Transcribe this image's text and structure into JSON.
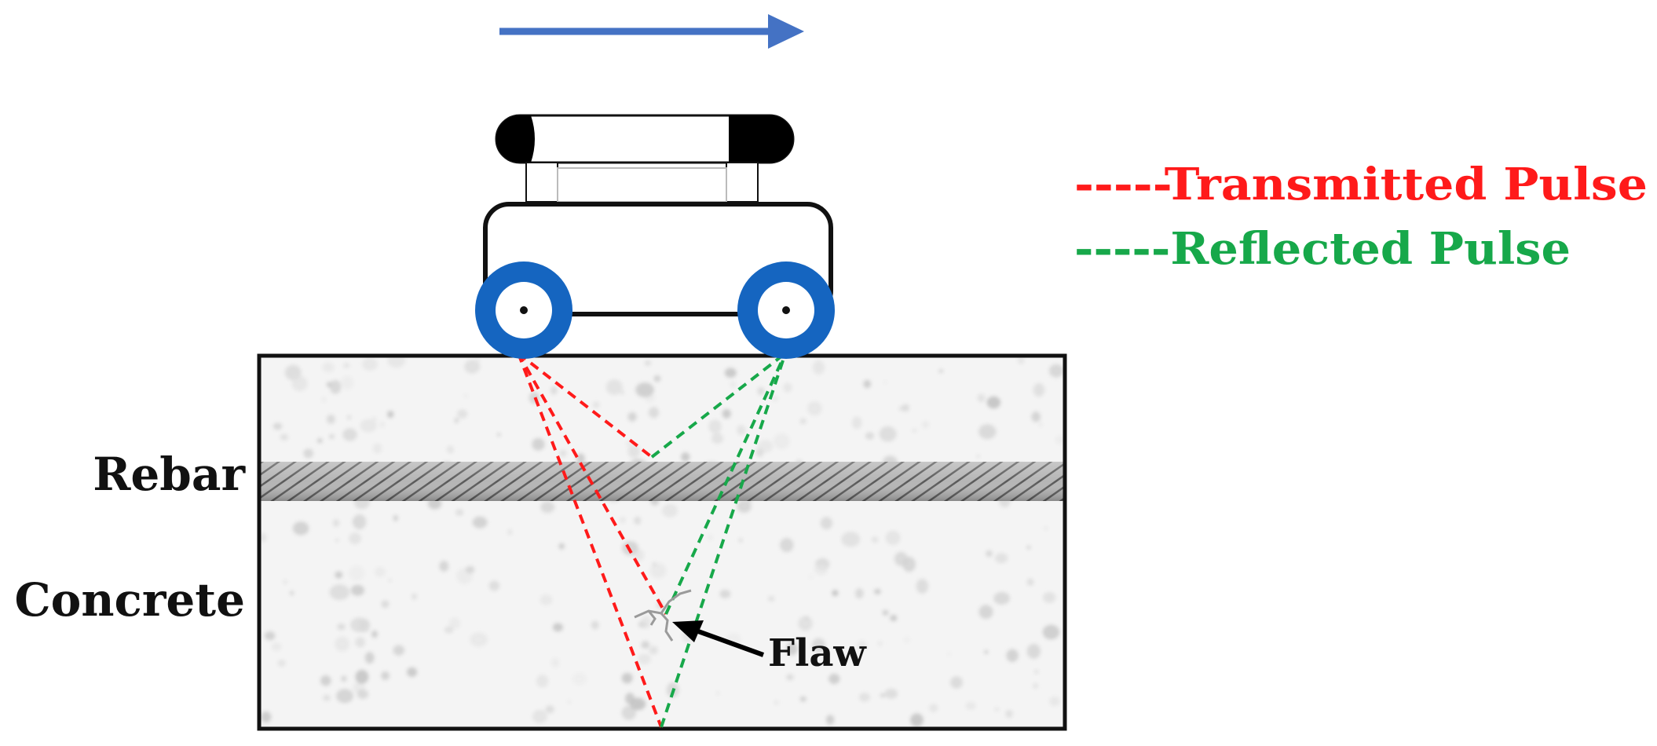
{
  "labels": {
    "rebar": "Rebar",
    "concrete": "Concrete",
    "flaw": "Flaw"
  },
  "legend": {
    "transmitted": {
      "text": "-----Transmitted Pulse",
      "color": "#ff1a1a"
    },
    "reflected": {
      "text": "-----Reflected Pulse",
      "color": "#17a84a"
    }
  },
  "colors": {
    "direction_arrow": "#4472c4",
    "wheel": "#1565c0",
    "transmitted_pulse": "#ff1a1a",
    "reflected_pulse": "#17a84a",
    "concrete_fill": "#f4f4f4",
    "rebar": "#8a8a8a"
  },
  "icons": {
    "direction": "right-arrow-icon",
    "robot": "crawler-robot-icon",
    "flaw": "crack-icon"
  }
}
